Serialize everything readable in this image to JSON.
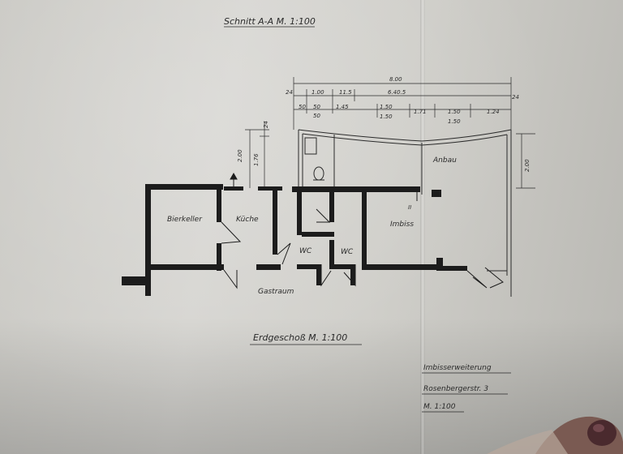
{
  "drawing": {
    "header": "Schnitt A-A  M. 1:100",
    "floor_title": "Erdgeschoß  M. 1:100",
    "note_lines": [
      "Imbisserweiterung",
      "Rosenbergerstr. 3",
      "M. 1:100"
    ]
  },
  "rooms": {
    "bierkeller": "Bierkeller",
    "kueche": "Küche",
    "wc1": "WC",
    "wc2": "WC",
    "imbiss": "Imbiss",
    "anbau": "Anbau",
    "gastraum": "Gastraum"
  },
  "dimensions": {
    "top_total": "8.00",
    "top_row2": [
      "24",
      "1.00",
      "11.5",
      "6.40.5",
      "24"
    ],
    "top_row3": [
      "50",
      "50",
      "1.45",
      "1.50",
      "1.71",
      "1.50",
      "1.24"
    ],
    "top_row3_b": [
      "50",
      "1.50",
      "1.50"
    ],
    "left_vert": [
      "2.00",
      "1.76",
      "24"
    ],
    "right_vert": "2.00",
    "section_marker": "II"
  },
  "colors": {
    "paper": "#d4d3ce",
    "ink": "#1c1c1c"
  }
}
